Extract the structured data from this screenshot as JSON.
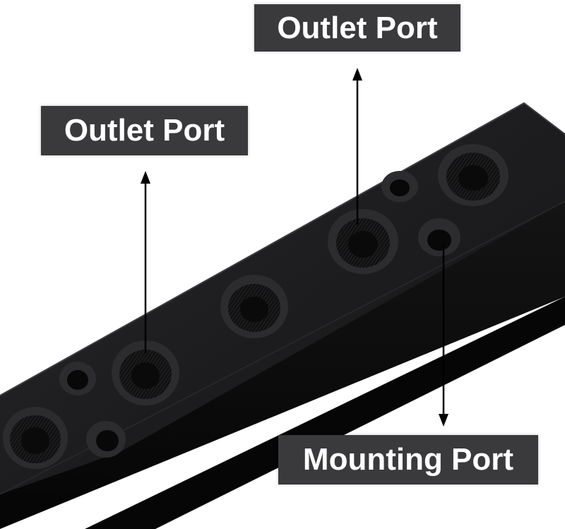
{
  "labels": {
    "outlet_left": "Outlet Port",
    "outlet_top": "Outlet Port",
    "mounting": "Mounting Port"
  },
  "colors": {
    "label_bg": "#3a3a3d",
    "label_text": "#ffffff",
    "bar_top": "#222224",
    "bar_side": "#0b0b0c",
    "arrow": "#000000"
  }
}
